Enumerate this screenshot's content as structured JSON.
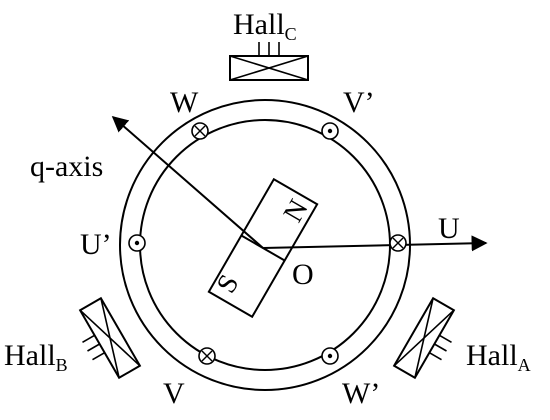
{
  "labels": {
    "hall_c": "Hall",
    "hall_c_sub": "C",
    "hall_a": "Hall",
    "hall_a_sub": "A",
    "hall_b": "Hall",
    "hall_b_sub": "B",
    "w": "W",
    "v_prime": "V’",
    "q_axis": "q-axis",
    "u_prime": "U’",
    "u": "U",
    "origin": "O",
    "v": "V",
    "w_prime": "W’",
    "north": "N",
    "south": "S"
  },
  "colors": {
    "stroke": "#000000",
    "background": "#ffffff"
  }
}
